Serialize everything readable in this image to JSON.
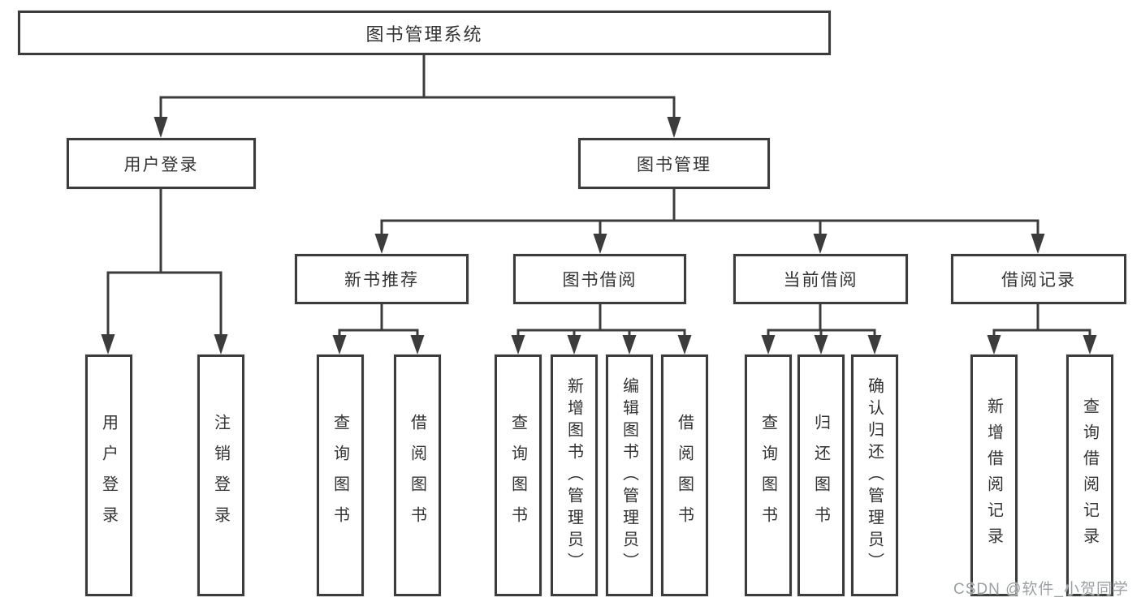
{
  "diagram": {
    "tree": {
      "root": {
        "label": "图书管理系统"
      },
      "branches": [
        {
          "label": "用户登录",
          "children": [
            {
              "label": "用户登录"
            },
            {
              "label": "注销登录"
            }
          ]
        },
        {
          "label": "图书管理",
          "children": [
            {
              "label": "新书推荐",
              "children": [
                {
                  "label": "查询图书"
                },
                {
                  "label": "借阅图书"
                }
              ]
            },
            {
              "label": "图书借阅",
              "children": [
                {
                  "label": "查询图书"
                },
                {
                  "label": "新增图书（管理员）"
                },
                {
                  "label": "编辑图书（管理员）"
                },
                {
                  "label": "借阅图书"
                }
              ]
            },
            {
              "label": "当前借阅",
              "children": [
                {
                  "label": "查询图书"
                },
                {
                  "label": "归还图书"
                },
                {
                  "label": "确认归还（管理员）"
                }
              ]
            },
            {
              "label": "借阅记录",
              "children": [
                {
                  "label": "新增借阅记录"
                },
                {
                  "label": "查询借阅记录"
                }
              ]
            }
          ]
        }
      ]
    }
  },
  "watermark": {
    "text": "CSDN @软件_小贺同学"
  },
  "colors": {
    "line": "#3c3c3c",
    "text": "#333333",
    "background": "#ffffff",
    "watermark": "#9aa0a3"
  }
}
